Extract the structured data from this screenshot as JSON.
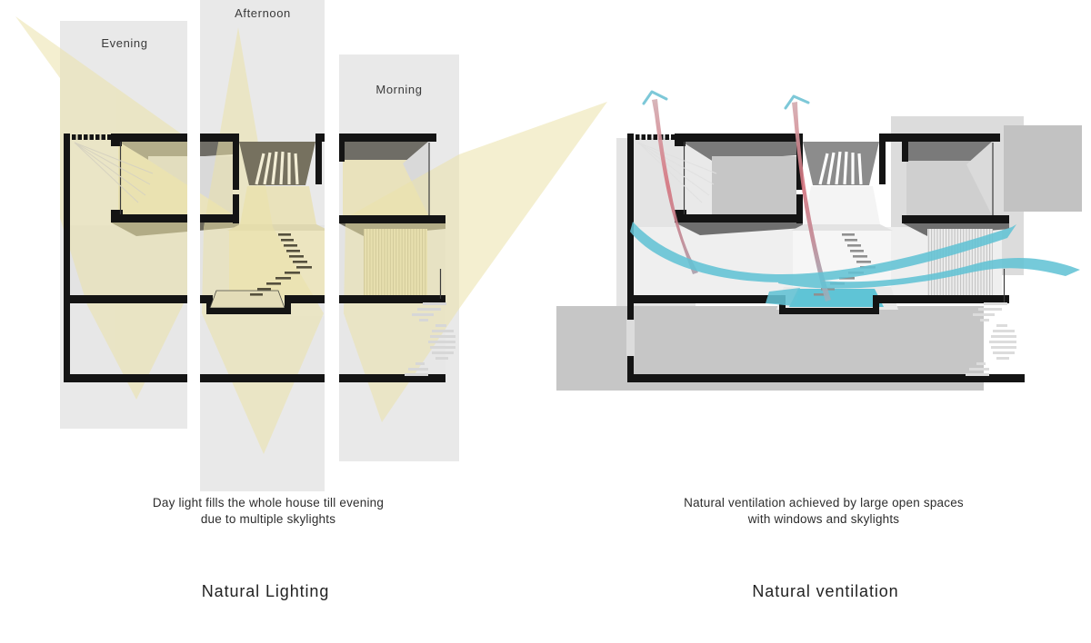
{
  "page": {
    "background": "#ffffff"
  },
  "lighting": {
    "title": "Natural Lighting",
    "caption": {
      "line1": "Day light fills the whole house till evening",
      "line2": "due to multiple skylights"
    },
    "time_bands": [
      {
        "label": "Evening"
      },
      {
        "label": "Afternoon"
      },
      {
        "label": "Morning"
      }
    ],
    "colors": {
      "band_gray": "#e9e9e9",
      "daylight_beam": "#ebe2a9",
      "lit_interior_cream": "#eae3bd",
      "section_line_black": "#141414"
    }
  },
  "ventilation": {
    "title": "Natural ventilation",
    "caption": {
      "line1": "Natural ventilation achieved by large open spaces",
      "line2": "with windows and skylights"
    },
    "colors": {
      "cool_air_teal": "#63c3d5",
      "warm_air_red": "#d4737e",
      "water_pool_teal": "#5fc4d6",
      "ground_gray": "#c6c6c6"
    }
  }
}
